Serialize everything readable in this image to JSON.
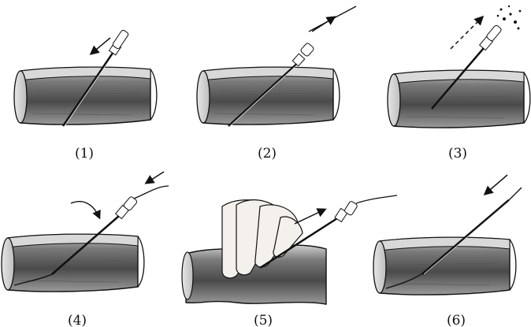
{
  "panels": [
    {
      "label": "(1)"
    },
    {
      "label": "(2)"
    },
    {
      "label": "(3)"
    },
    {
      "label": "(4)"
    },
    {
      "label": "(5)"
    },
    {
      "label": "(6)"
    }
  ],
  "colors": {
    "ink": "#111111",
    "vessel_fill": "#8a8a8a",
    "vessel_dark": "#3a3a3a",
    "vessel_light": "#d6d6d6",
    "skin": "#f4f1ec",
    "background": "#ffffff"
  }
}
